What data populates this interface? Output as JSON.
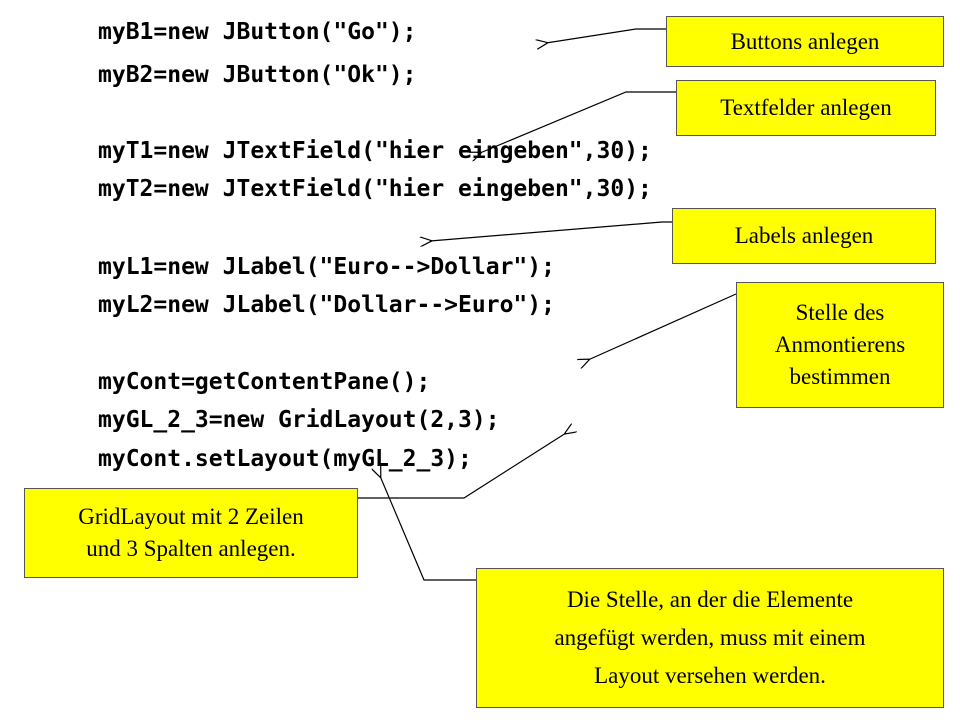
{
  "code_lines": [
    "myB1=new JButton(\"Go\");",
    "myB2=new JButton(\"Ok\");",
    "myT1=new JTextField(\"hier eingeben\",30);",
    "myT2=new JTextField(\"hier eingeben\",30);",
    "myL1=new JLabel(\"Euro-->Dollar\");",
    "myL2=new JLabel(\"Dollar-->Euro\");",
    "myCont=getContentPane();",
    "myGL_2_3=new GridLayout(2,3);",
    "myCont.setLayout(myGL_2_3);"
  ],
  "callouts": {
    "buttons": "Buttons anlegen",
    "textfields": "Textfelder anlegen",
    "labels": "Labels anlegen",
    "stelle_line1": "Stelle des",
    "stelle_line2": "Anmontierens",
    "stelle_line3": "bestimmen",
    "grid_line1": "GridLayout mit 2 Zeilen",
    "grid_line2": "und 3 Spalten anlegen.",
    "layout_line1": "Die Stelle, an der die Elemente",
    "layout_line2": "angefügt werden, muss mit einem",
    "layout_line3": "Layout versehen werden."
  },
  "colors": {
    "callout_background": "#ffff00",
    "text": "#000000",
    "arrow": "#000000"
  }
}
